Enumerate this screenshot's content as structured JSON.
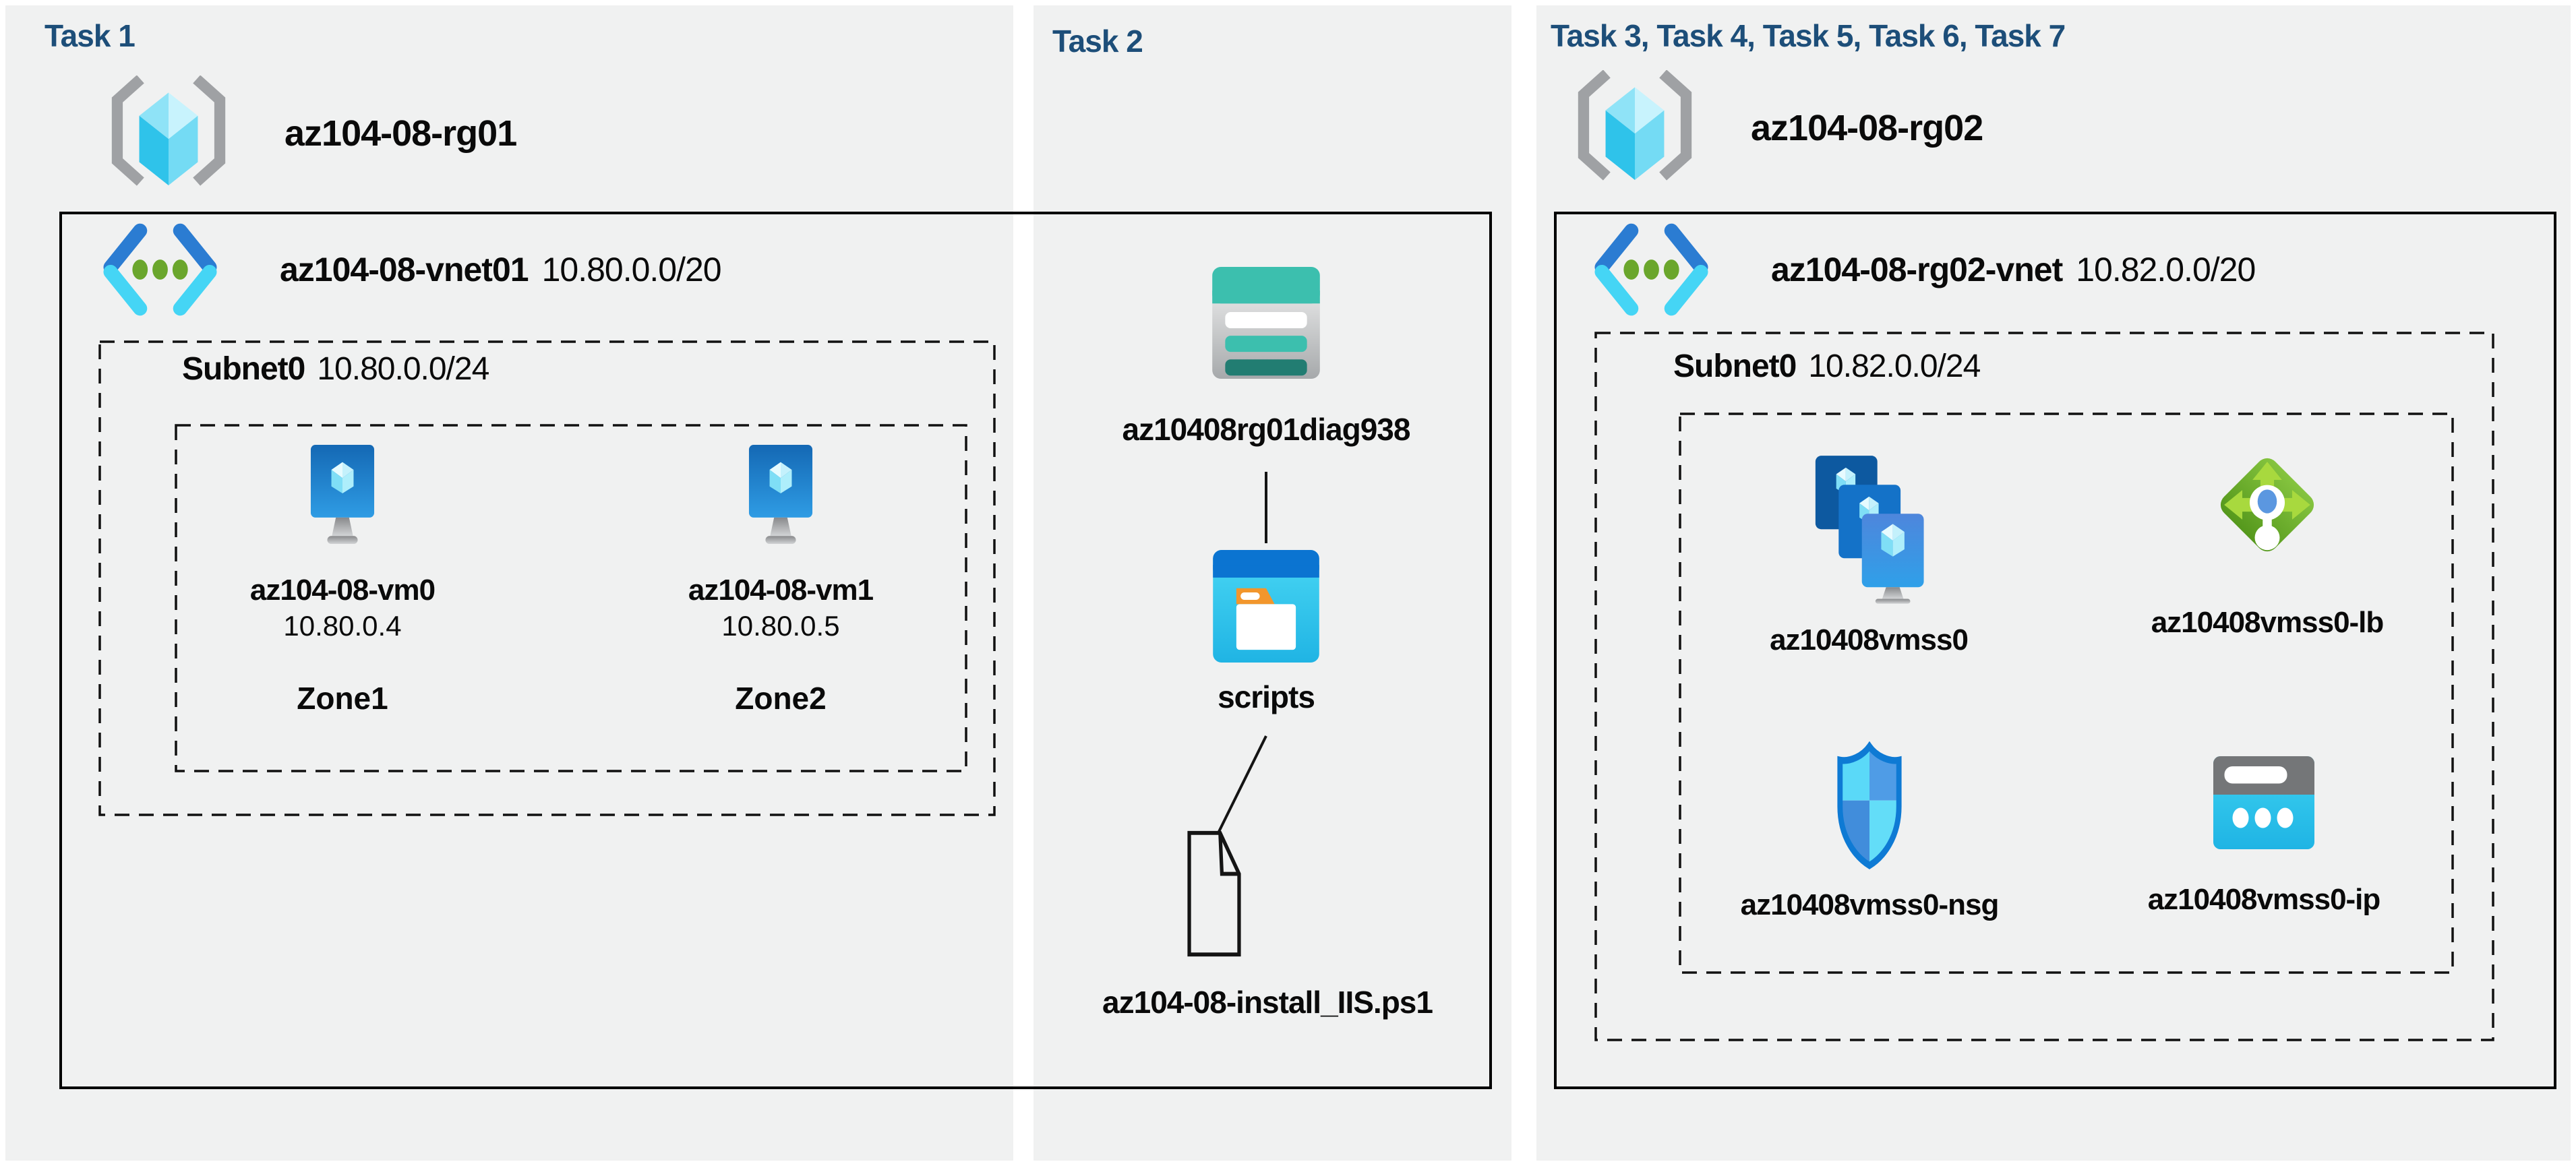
{
  "colors": {
    "task_title": "#1d4e79",
    "panel_background": "#f0f1f1",
    "diagram_line": "#141414"
  },
  "task1": {
    "title": "Task 1",
    "resource_group": "az104-08-rg01",
    "vnet_name": "az104-08-vnet01",
    "vnet_cidr": "10.80.0.0/20",
    "subnet_name": "Subnet0",
    "subnet_cidr": "10.80.0.0/24",
    "vms": [
      {
        "name": "az104-08-vm0",
        "ip": "10.80.0.4",
        "zone": "Zone1"
      },
      {
        "name": "az104-08-vm1",
        "ip": "10.80.0.5",
        "zone": "Zone2"
      }
    ]
  },
  "task2": {
    "title": "Task 2",
    "storage_account": "az10408rg01diag938",
    "container": "scripts",
    "script_file": "az104-08-install_IIS.ps1"
  },
  "task3": {
    "title": "Task 3, Task 4, Task 5, Task 6, Task 7",
    "resource_group": "az104-08-rg02",
    "vnet_name": "az104-08-rg02-vnet",
    "vnet_cidr": "10.82.0.0/20",
    "subnet_name": "Subnet0",
    "subnet_cidr": "10.82.0.0/24",
    "vmss": "az10408vmss0",
    "load_balancer": "az10408vmss0-lb",
    "nsg": "az10408vmss0-nsg",
    "public_ip": "az10408vmss0-ip"
  }
}
